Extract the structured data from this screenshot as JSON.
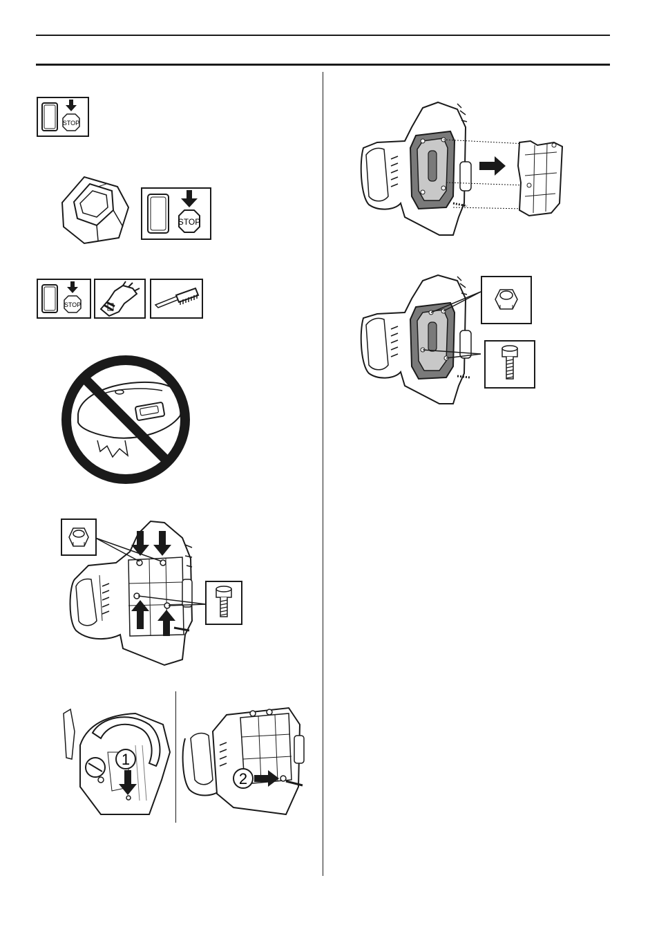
{
  "labels": {
    "stop": "STOP",
    "step_1": "1",
    "step_2": "2"
  },
  "colors": {
    "ink": "#1a1a1a",
    "shade": "#7a7a7a",
    "light_shade": "#c8c8c8"
  },
  "icons": {
    "stop_switch": "stop-switch-icon",
    "protective_glove": "glove-icon",
    "brush": "brush-icon",
    "nut": "nut-icon",
    "screw": "screw-icon",
    "prohibited": "prohibited-icon"
  }
}
